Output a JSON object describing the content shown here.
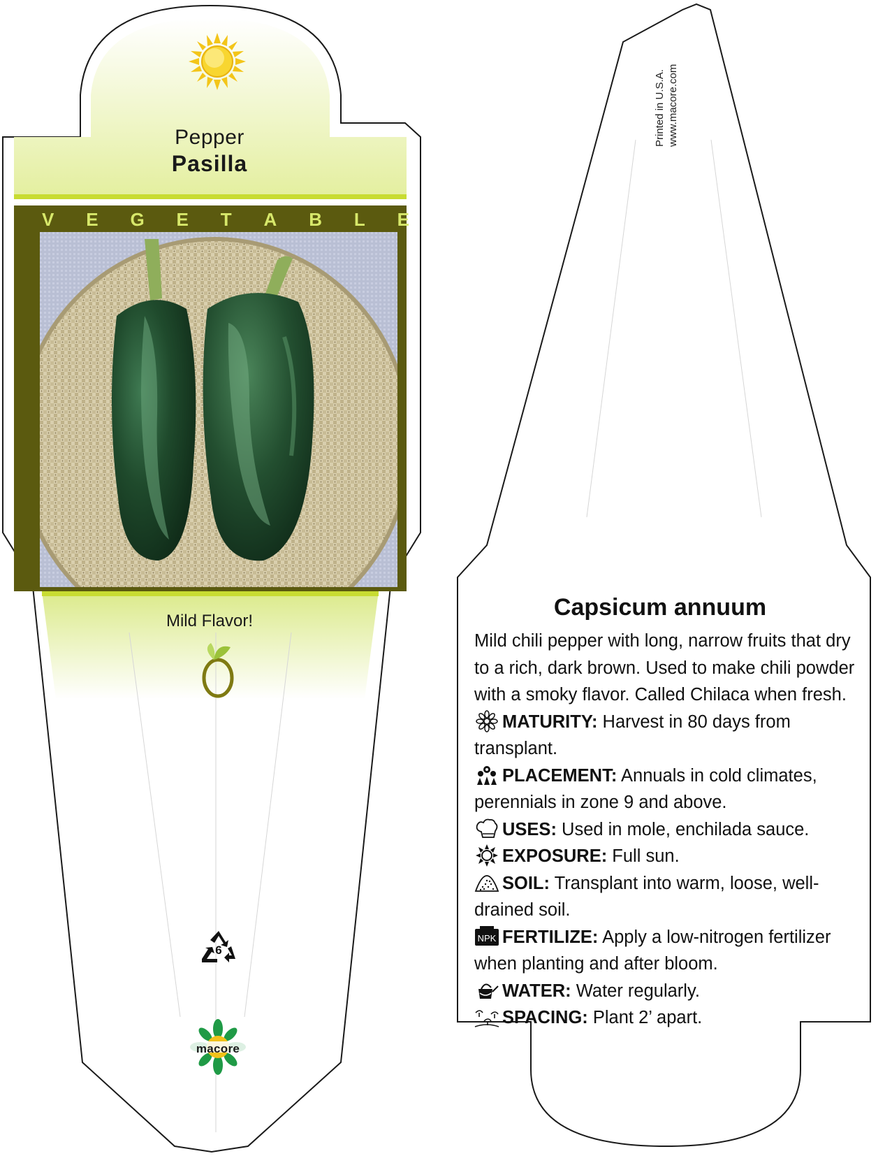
{
  "front": {
    "common_name": "Pepper",
    "variety": "Pasilla",
    "category_letters": [
      "V",
      "E",
      "G",
      "E",
      "T",
      "A",
      "B",
      "L",
      "E"
    ],
    "tagline": "Mild Flavor!",
    "recycle_number": "6",
    "logo_text": "macore",
    "sun_icon": "sun-icon",
    "growth_icon": "sprout-ring-icon",
    "colors": {
      "banner_dark": "#5b5a0f",
      "accent_green": "#c8dc32",
      "gradient_light": "#e2ee9a",
      "letters": "#d7e86a"
    }
  },
  "back": {
    "printed_in": "Printed in U.S.A.",
    "website": "www.macore.com",
    "scientific_name": "Capsicum annuum",
    "description": "Mild chili pepper with long, narrow fruits that dry to a rich, dark brown. Used to make chili powder with a smoky flavor. Called Chilaca when fresh.",
    "care": [
      {
        "icon": "flower-icon",
        "label": "MATURITY:",
        "text": " Harvest in 80 days from transplant."
      },
      {
        "icon": "plants-icon",
        "label": "PLACEMENT:",
        "text": " Annuals in cold climates, perennials in zone 9 and above."
      },
      {
        "icon": "chef-hat-icon",
        "label": "USES:",
        "text": " Used in mole, enchilada sauce."
      },
      {
        "icon": "sun-outline-icon",
        "label": "EXPOSURE:",
        "text": " Full sun."
      },
      {
        "icon": "soil-icon",
        "label": "SOIL:",
        "text": " Transplant into warm, loose, well-drained soil."
      },
      {
        "icon": "npk-icon",
        "label": "FERTILIZE:",
        "text": " Apply a low-nitrogen fertilizer when planting and after bloom."
      },
      {
        "icon": "watering-can-icon",
        "label": "WATER:",
        "text": " Water regularly."
      },
      {
        "icon": "seedlings-icon",
        "label": "SPACING:",
        "text": " Plant 2’ apart."
      }
    ],
    "npk_label": "NPK"
  }
}
